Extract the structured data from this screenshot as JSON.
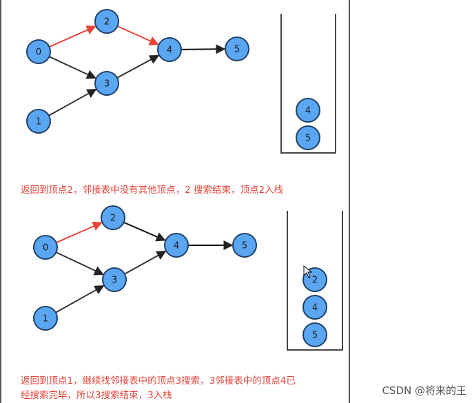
{
  "diagram1": {
    "nodes": [
      {
        "id": "0",
        "label": "0"
      },
      {
        "id": "1",
        "label": "1"
      },
      {
        "id": "2",
        "label": "2"
      },
      {
        "id": "3",
        "label": "3"
      },
      {
        "id": "4",
        "label": "4"
      },
      {
        "id": "5",
        "label": "5"
      }
    ],
    "edges": [
      {
        "from": "0",
        "to": "2",
        "color": "#e8443a"
      },
      {
        "from": "2",
        "to": "4",
        "color": "#e8443a"
      },
      {
        "from": "0",
        "to": "3",
        "color": "#333333"
      },
      {
        "from": "1",
        "to": "3",
        "color": "#333333"
      },
      {
        "from": "3",
        "to": "4",
        "color": "#333333"
      },
      {
        "from": "4",
        "to": "5",
        "color": "#111111"
      }
    ],
    "stack": [
      "4",
      "5"
    ]
  },
  "caption1": "返回到顶点2，邻接表中没有其他顶点，2 搜索结束，顶点2入栈",
  "diagram2": {
    "nodes": [
      {
        "id": "0",
        "label": "0"
      },
      {
        "id": "1",
        "label": "1"
      },
      {
        "id": "2",
        "label": "2"
      },
      {
        "id": "3",
        "label": "3"
      },
      {
        "id": "4",
        "label": "4"
      },
      {
        "id": "5",
        "label": "5"
      }
    ],
    "edges": [
      {
        "from": "0",
        "to": "2",
        "color": "#e8443a"
      },
      {
        "from": "2",
        "to": "4",
        "color": "#111111"
      },
      {
        "from": "0",
        "to": "3",
        "color": "#333333"
      },
      {
        "from": "1",
        "to": "3",
        "color": "#333333"
      },
      {
        "from": "3",
        "to": "4",
        "color": "#333333"
      },
      {
        "from": "4",
        "to": "5",
        "color": "#111111"
      }
    ],
    "stack": [
      "2",
      "4",
      "5"
    ]
  },
  "caption2": {
    "line1": "返回到顶点1，继续找邻接表中的顶点3搜索，3邻接表中的顶点4已",
    "line2": "经搜索完毕，所以3搜索结束，3入栈"
  },
  "watermark": "CSDN @将来的王",
  "colors": {
    "node_fill": "#5aa6f2",
    "node_stroke": "#1f3f66",
    "caption": "#e8443a"
  }
}
